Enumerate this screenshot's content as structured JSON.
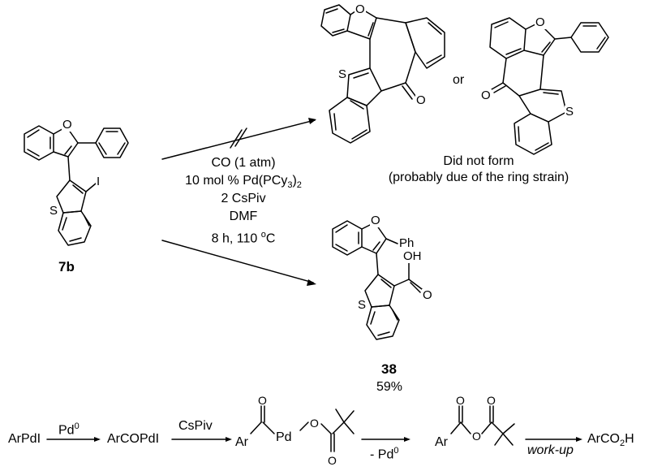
{
  "conditions": {
    "co": "CO (1 atm)",
    "catalyst": "10 mol % Pd(PCy3)2",
    "base": "2 CsPiv",
    "solvent": "DMF",
    "time_temp": "8 h, 110 °C"
  },
  "starting_material": {
    "label": "7b",
    "atom_iodine": "I",
    "atom_o": "O",
    "atom_s": "S"
  },
  "failed_products": {
    "or_text": "or",
    "note_line1": "Did not form",
    "note_line2": "(probably due of the ring strain)",
    "atom_o": "O",
    "atom_s": "S"
  },
  "product": {
    "label": "38",
    "yield": "59%",
    "atom_ph": "Ph",
    "atom_oh": "OH",
    "atom_o": "O",
    "atom_s": "S"
  },
  "mechanism": {
    "arpdi": "ArPdI",
    "pd0_arrow": "Pd0",
    "arcopdi": "ArCOPdI",
    "cspiv_arrow": "CsPiv",
    "ar": "Ar",
    "pd": "Pd",
    "o": "O",
    "minus_pd0": "- Pd0",
    "workup": "work-up",
    "arco2h": "ArCO2H"
  },
  "colors": {
    "ink": "#000000",
    "background": "#ffffff"
  }
}
